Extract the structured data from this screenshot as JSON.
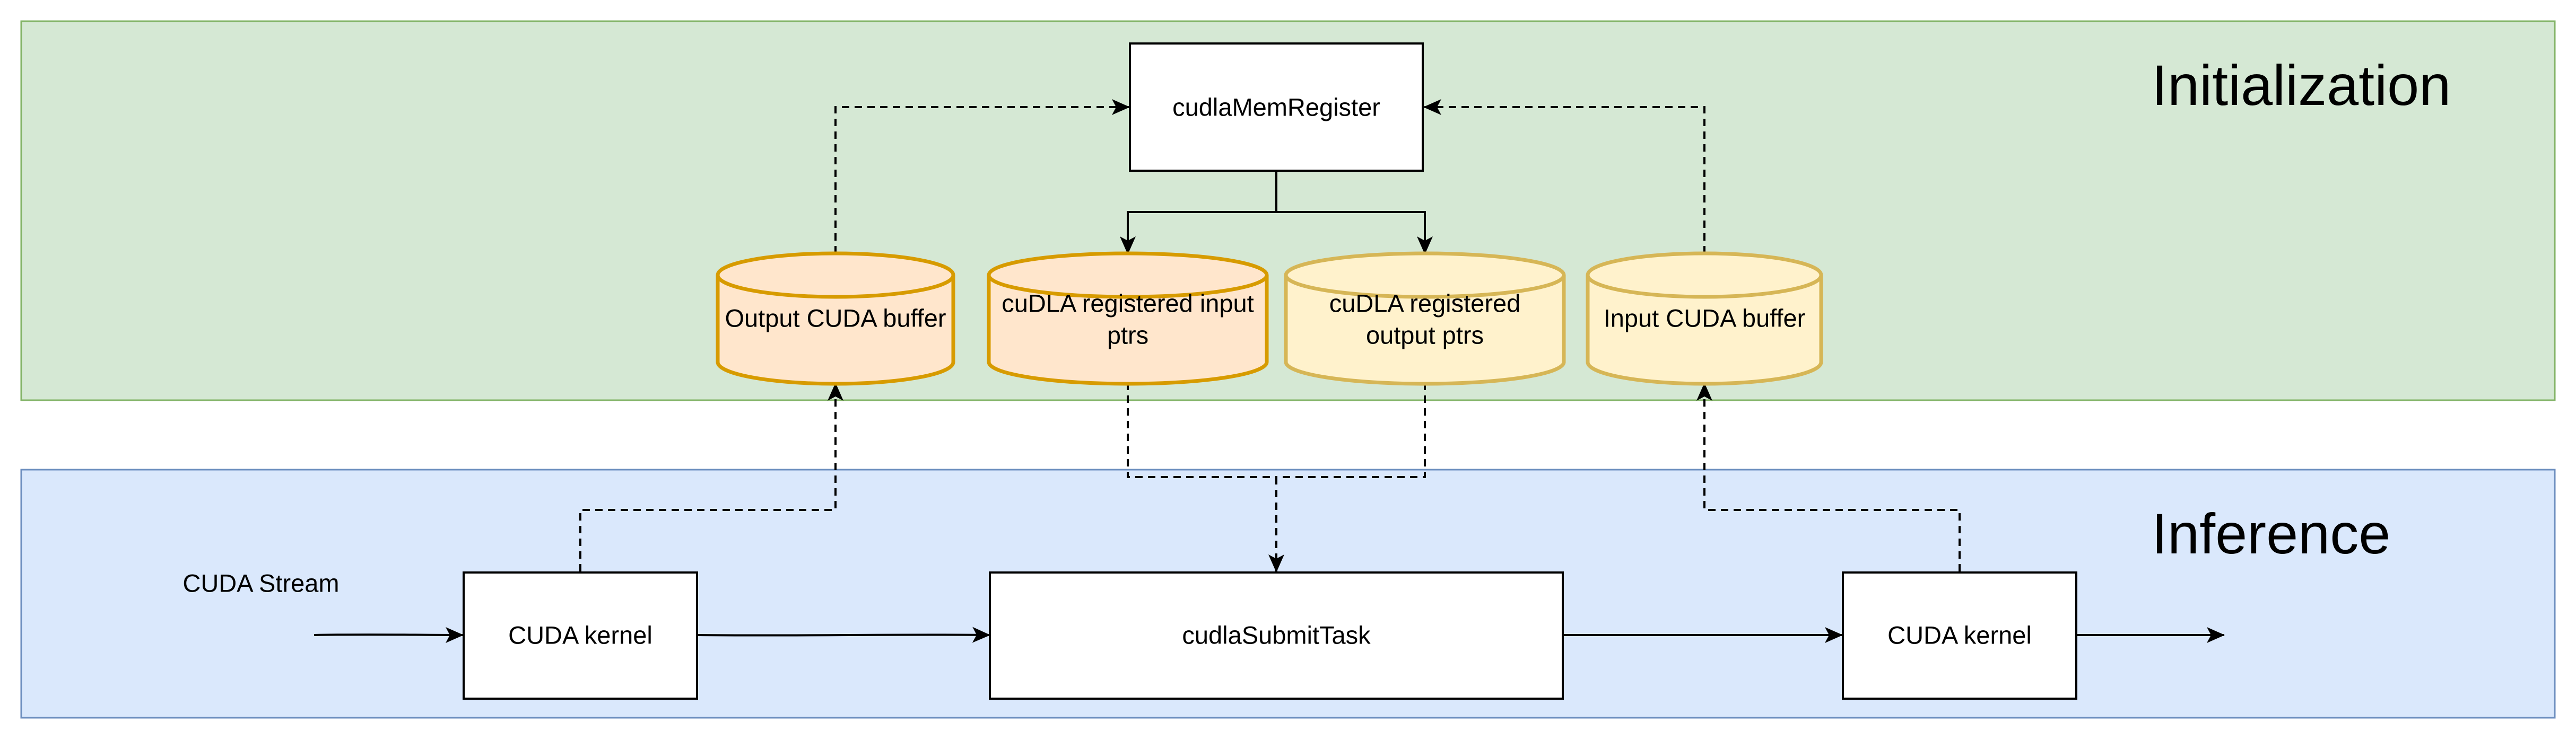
{
  "lanes": {
    "initialization": {
      "title": "Initialization",
      "fill": "#d5e8d4",
      "stroke": "#82b366"
    },
    "inference": {
      "title": "Inference",
      "fill": "#dae8fc",
      "stroke": "#6c8ebf"
    }
  },
  "nodes": {
    "mem_register": {
      "label": "cudlaMemRegister"
    },
    "submit_task": {
      "label": "cudlaSubmitTask"
    },
    "kernel_left": {
      "label": "CUDA kernel"
    },
    "kernel_right": {
      "label": "CUDA kernel"
    },
    "stream_label": {
      "label": "CUDA Stream"
    }
  },
  "buffers": {
    "output_cuda": {
      "label": "Output CUDA buffer",
      "fill": "#ffe6cc",
      "stroke": "#d79b00"
    },
    "registered_input": {
      "line1": "cuDLA registered input",
      "line2": "ptrs",
      "fill": "#ffe6cc",
      "stroke": "#d79b00"
    },
    "registered_output": {
      "line1": "cuDLA registered",
      "line2": "output ptrs",
      "fill": "#fff2cc",
      "stroke": "#d6b656"
    },
    "input_cuda": {
      "label": "Input CUDA buffer",
      "fill": "#fff2cc",
      "stroke": "#d6b656"
    }
  }
}
